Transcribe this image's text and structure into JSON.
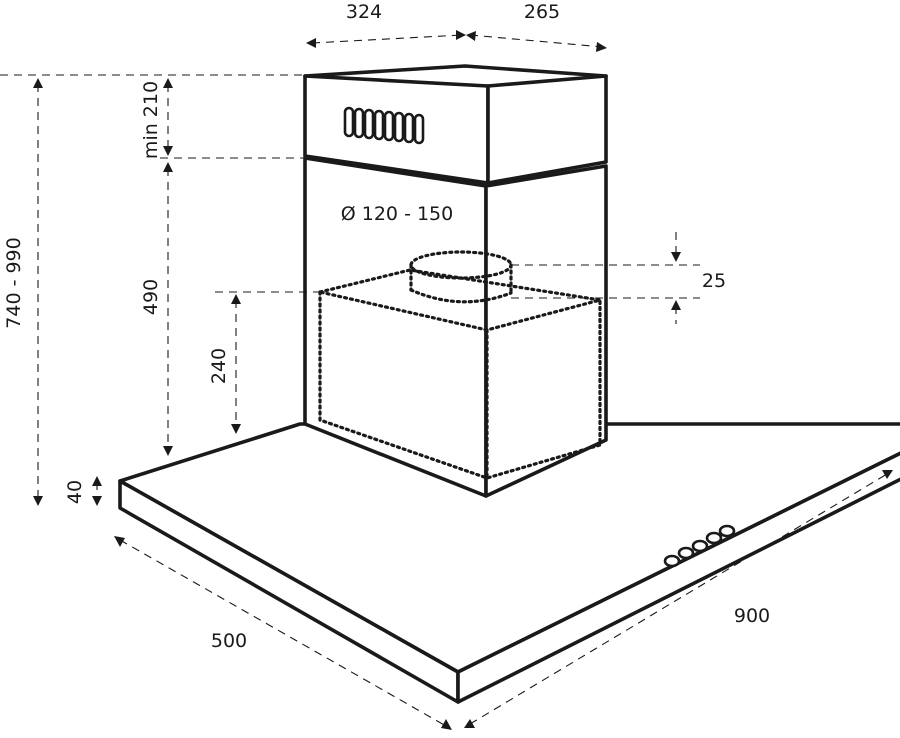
{
  "dimensions": {
    "chimney_depth": "324",
    "chimney_width": "265",
    "upper_chimney_min": "min 210",
    "duct_diameter": "Ø 120 - 150",
    "spigot_height": "25",
    "total_height": "740 - 990",
    "lower_chimney": "490",
    "motor_box": "240",
    "canopy_thickness": "40",
    "canopy_depth": "500",
    "canopy_width": "900"
  },
  "icons": {
    "vent_slots": "ventilation-slots-icon",
    "control_buttons": "control-buttons-icon"
  },
  "colors": {
    "line": "#1a1a1a",
    "background": "#ffffff"
  }
}
